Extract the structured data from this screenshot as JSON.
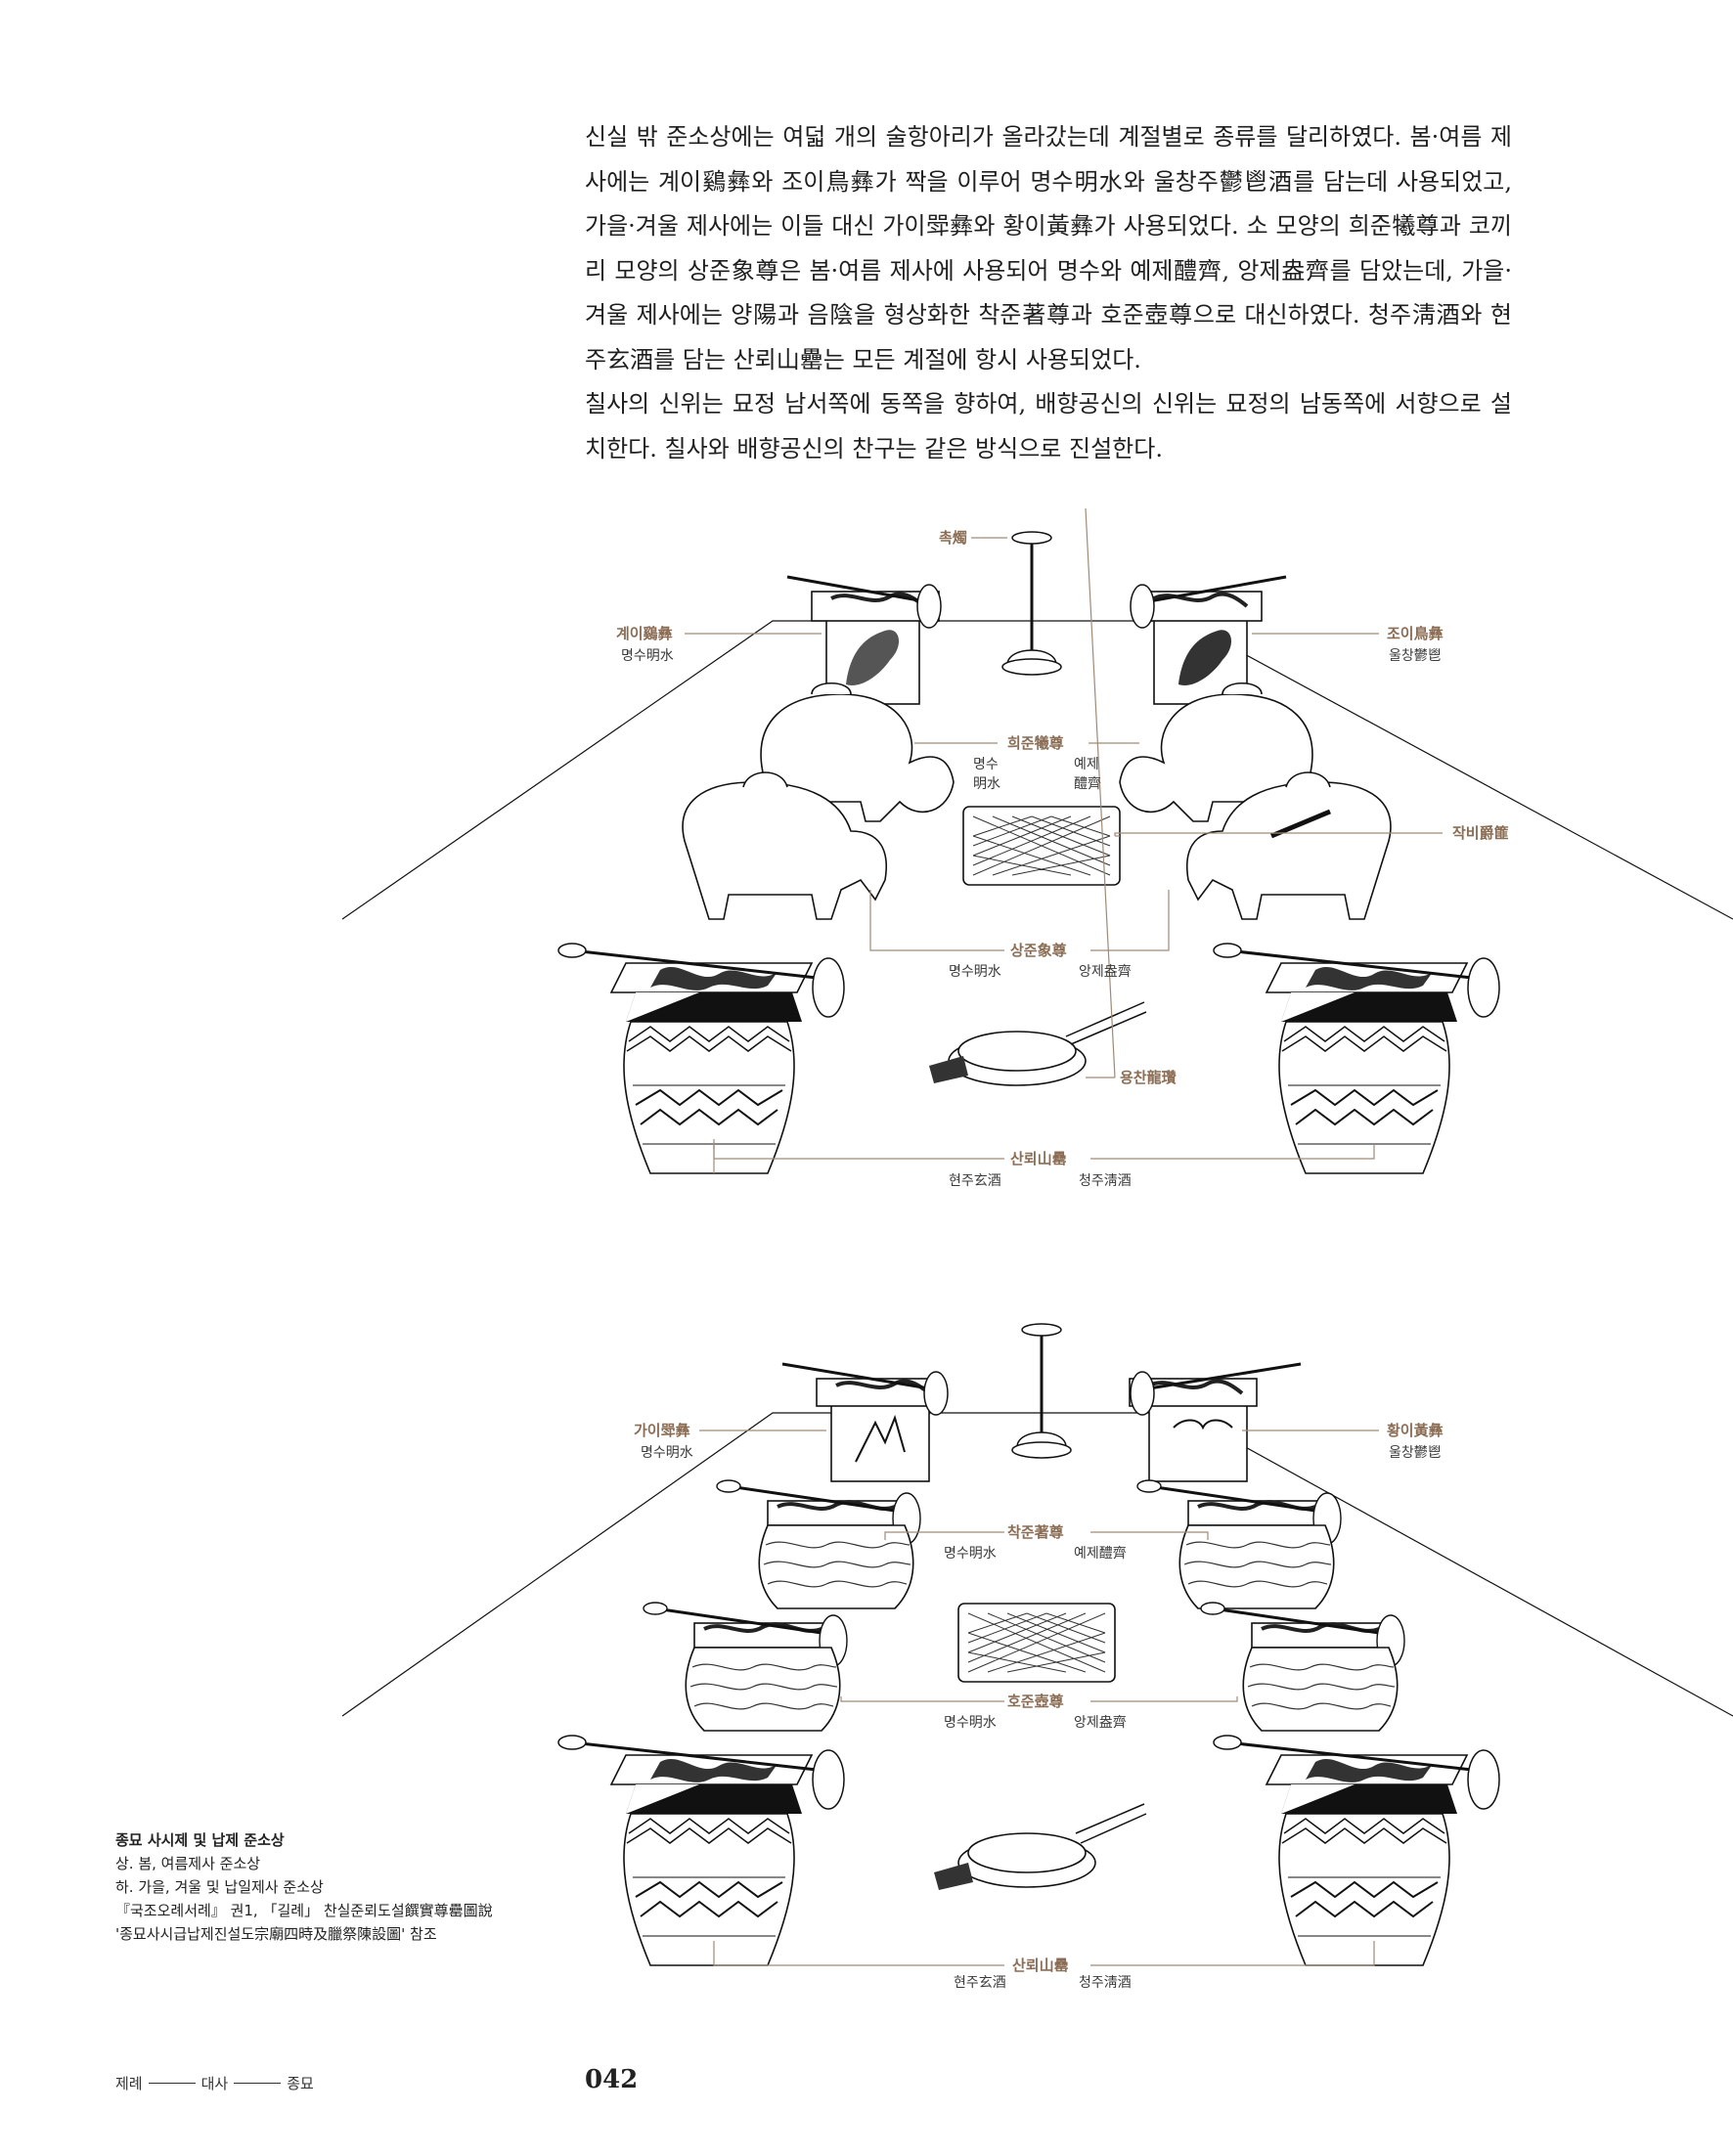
{
  "body_text": [
    "신실 밖 준소상에는 여덟 개의 술항아리가 올라갔는데 계절별로 종류를 달리하였다. 봄·여름 제사에는 계이鷄彝와 조이鳥彝가 짝을 이루어 명수明水와 울창주鬱鬯酒를 담는데 사용되었고, 가을·겨울 제사에는 이들 대신 가이斝彝와 황이黃彝가 사용되었다. 소 모양의 희준犧尊과 코끼리 모양의 상준象尊은 봄·여름 제사에 사용되어 명수와 예제醴齊, 앙제盎齊를 담았는데, 가을·겨울 제사에는 양陽과 음陰을 형상화한 착준著尊과 호준壺尊으로 대신하였다. 청주淸酒와 현주玄酒를 담는 산뢰山罍는 모든 계절에 항시 사용되었다.",
    "칠사의 신위는 묘정 남서쪽에 동쪽을 향하여, 배향공신의 신위는 묘정의 남동쪽에 서향으로 설치한다. 칠사와 배향공신의 찬구는 같은 방식으로 진설한다."
  ],
  "figure_top": {
    "labels": {
      "candle": "촉燭",
      "left_top_name": "계이鷄彝",
      "left_top_content": "명수明水",
      "right_top_name": "조이鳥彝",
      "right_top_content": "울창鬱鬯",
      "mid_name": "희준犧尊",
      "mid_left_1": "명수",
      "mid_left_2": "明水",
      "mid_right_1": "예제",
      "mid_right_2": "醴齊",
      "basket": "작비爵篚",
      "lower_name": "상준象尊",
      "lower_left": "명수明水",
      "lower_right": "앙제盎齊",
      "ladle": "용찬龍瓚",
      "bottom_name": "산뢰山罍",
      "bottom_left": "현주玄酒",
      "bottom_right": "청주淸酒"
    }
  },
  "figure_bottom": {
    "labels": {
      "left_top_name": "가이斝彝",
      "left_top_content": "명수明水",
      "right_top_name": "황이黃彝",
      "right_top_content": "울창鬱鬯",
      "mid_name": "착준著尊",
      "mid_left": "명수明水",
      "mid_right": "예제醴齊",
      "lower_name": "호준壺尊",
      "lower_left": "명수明水",
      "lower_right": "앙제盎齊",
      "bottom_name": "산뢰山罍",
      "bottom_left": "현주玄酒",
      "bottom_right": "청주淸酒"
    }
  },
  "caption": {
    "title": "종묘 사시제 및 납제 준소상",
    "lines": [
      "상. 봄, 여름제사 준소상",
      "하. 가을, 겨울 및 납일제사 준소상",
      "『국조오례서례』 권1, 「길례」 찬실준뢰도설饌實尊罍圖說",
      "'종묘사시급납제진설도宗廟四時及臘祭陳設圖' 참조"
    ]
  },
  "footer": {
    "section_1": "제례",
    "section_2": "대사",
    "section_3": "종묘",
    "page_number": "042"
  }
}
